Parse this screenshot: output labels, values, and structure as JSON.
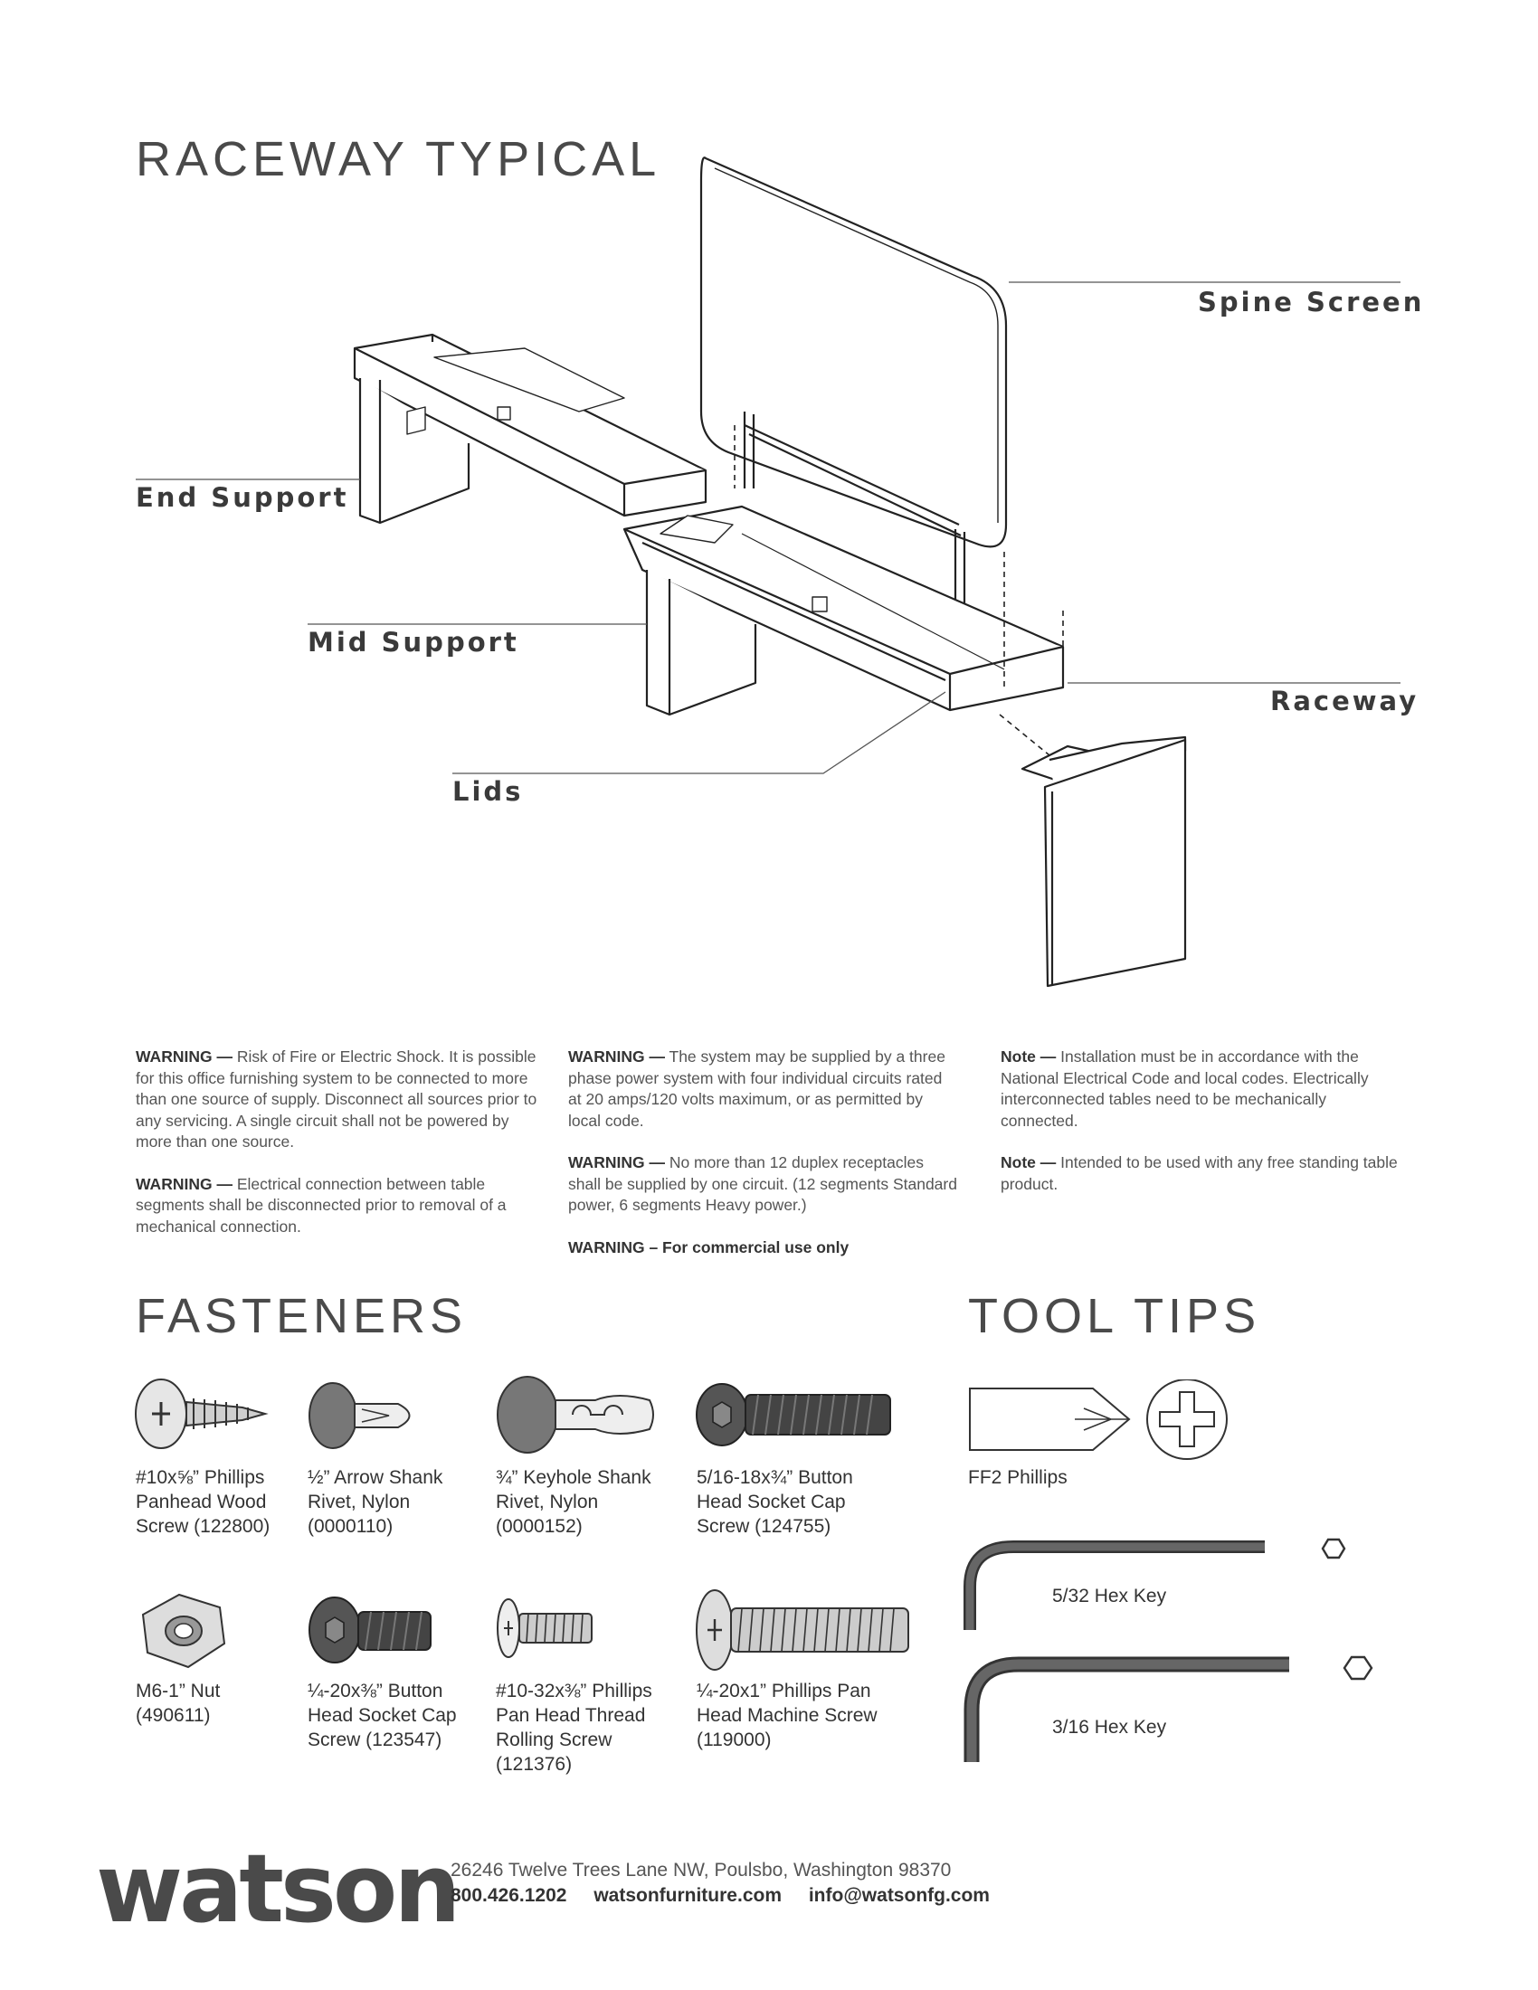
{
  "raceway": {
    "title": "RACEWAY TYPICAL",
    "callouts": {
      "spine_screen": "Spine Screen",
      "end_support": "End Support",
      "mid_support": "Mid Support",
      "raceway": "Raceway",
      "lids": "Lids"
    }
  },
  "warnings": {
    "col1": [
      {
        "label": "WARNING —",
        "text": " Risk of Fire or Electric Shock.  It is possible for this office furnishing system to be connected to more than one source of supply.  Disconnect all sources prior to any servicing.  A single circuit shall not be powered by more than one source."
      },
      {
        "label": "WARNING —",
        "text": " Electrical connection between table segments shall be disconnected prior to removal of a mechanical connection."
      }
    ],
    "col2": [
      {
        "label": "WARNING —",
        "text": " The system may be supplied by a three phase power system with four individual circuits rated at 20 amps/120 volts maximum, or as permitted by local code."
      },
      {
        "label": "WARNING —",
        "text": " No more than 12 duplex receptacles shall be supplied by one circuit. (12 segments Standard power, 6 segments Heavy power.)"
      },
      {
        "label": "WARNING – For commercial use only",
        "text": ""
      }
    ],
    "col3": [
      {
        "label": "Note —",
        "text": " Installation must be in accordance with the National Electrical Code and local codes. Electrically interconnected tables need to be mechanically connected."
      },
      {
        "label": "Note —",
        "text": " Intended to be used with any free standing table product."
      }
    ]
  },
  "fasteners": {
    "title": "FASTENERS",
    "items": [
      {
        "icon": "panhead-wood-screw-icon",
        "label": "#10x⅝” Phillips\nPanhead Wood\nScrew (122800)"
      },
      {
        "icon": "arrow-shank-rivet-icon",
        "label": "½” Arrow Shank\nRivet, Nylon\n(0000110)"
      },
      {
        "icon": "keyhole-shank-rivet-icon",
        "label": "¾” Keyhole Shank\nRivet, Nylon\n(0000152)"
      },
      {
        "icon": "button-head-socket-cap-screw-icon",
        "label": "5/16-18x¾” Button\nHead Socket Cap\nScrew (124755)"
      },
      {
        "icon": "hex-nut-icon",
        "label": "M6-1” Nut\n(490611)"
      },
      {
        "icon": "button-head-socket-cap-screw-small-icon",
        "label": "¼-20x⅜” Button\nHead Socket Cap\nScrew (123547)"
      },
      {
        "icon": "thread-rolling-screw-icon",
        "label": "#10-32x⅜” Phillips\nPan Head Thread\nRolling Screw\n(121376)"
      },
      {
        "icon": "pan-head-machine-screw-icon",
        "label": "¼-20x1” Phillips Pan\nHead Machine Screw\n(119000)"
      }
    ]
  },
  "tool_tips": {
    "title": "TOOL TIPS",
    "phillips": "FF2 Phillips",
    "hex_small": "5/32 Hex Key",
    "hex_large": "3/16 Hex Key"
  },
  "footer": {
    "logo": "watson",
    "address": "26246 Twelve Trees Lane NW, Poulsbo, Washington 98370",
    "phone": "800.426.1202",
    "website": "watsonfurniture.com",
    "email": "info@watsonfg.com"
  }
}
